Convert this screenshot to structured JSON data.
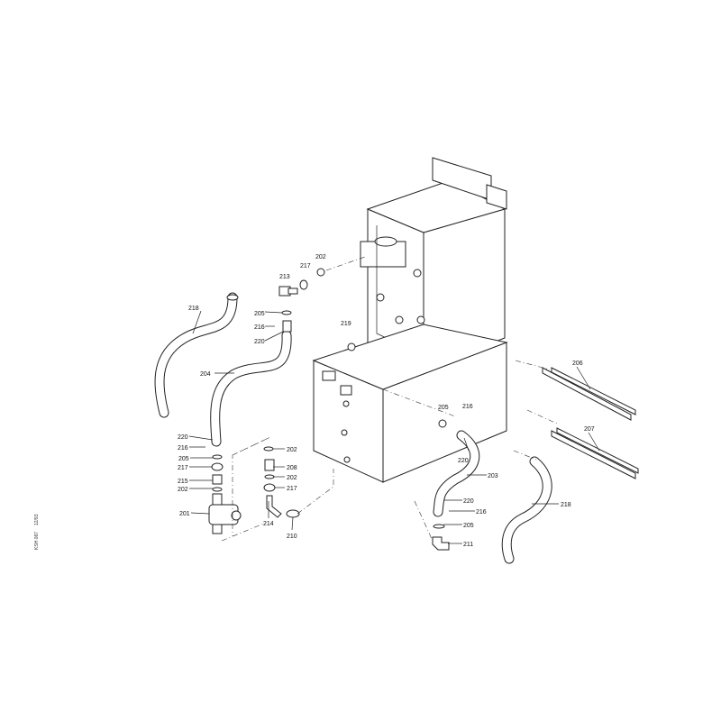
{
  "labels": {
    "l202a": "202",
    "l217a": "217",
    "l213": "213",
    "l205a": "205",
    "l216a": "216",
    "l220a": "220",
    "l218a": "218",
    "l204": "204",
    "l219": "219",
    "l206": "206",
    "l207": "207",
    "l205b": "205",
    "l216b": "216",
    "l220b": "220",
    "l203": "203",
    "l220c": "220",
    "l216c": "216",
    "l205c": "205",
    "l211": "211",
    "l218b": "218",
    "l220d": "220",
    "l216d": "216",
    "l205d": "205",
    "l217b": "217",
    "l215": "215",
    "l202b": "202",
    "l201": "201",
    "l202c": "202",
    "l208": "208",
    "l202d": "202",
    "l217c": "217",
    "l214": "214",
    "l210": "210"
  },
  "footer": {
    "drawing_code": "KSH 087",
    "date": "12/93"
  }
}
